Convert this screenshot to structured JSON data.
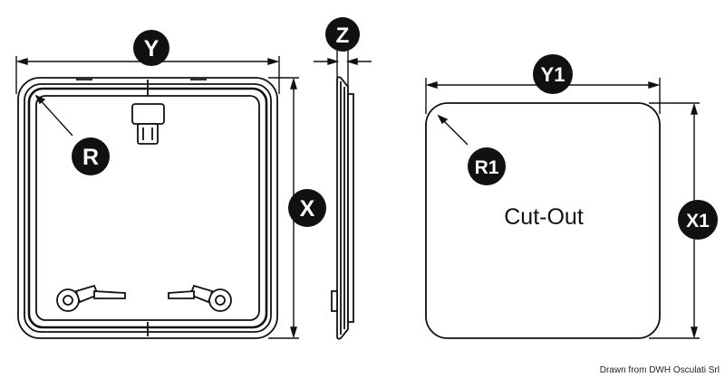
{
  "labels": {
    "y": "Y",
    "z": "Z",
    "r": "R",
    "x": "X",
    "y1": "Y1",
    "r1": "R1",
    "x1": "X1",
    "cutout": "Cut-Out"
  },
  "credit": "Drawn from DWH Osculati Srl",
  "colors": {
    "line": "#111111",
    "fill": "#ffffff"
  }
}
